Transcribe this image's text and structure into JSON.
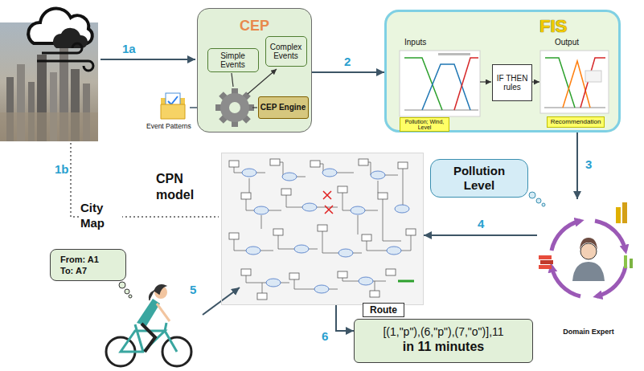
{
  "diagram": {
    "nodes": [
      {
        "text": [
          "CEP"
        ]
      },
      {
        "text": [
          "Simple Events"
        ],
        "in": 0
      },
      {
        "text": [
          "Complex Events"
        ],
        "in": 0
      },
      {
        "text": [
          "CEP Engine"
        ],
        "in": 0
      },
      {
        "text": [
          "FIS"
        ]
      },
      {
        "text": [
          "IF THEN rules"
        ],
        "in": 4
      },
      {
        "text": [
          "Pollution; Wind, Level"
        ],
        "in": 4
      },
      {
        "text": [
          "Recommendation"
        ],
        "in": 4
      },
      {
        "text": [
          "Pollution Level"
        ]
      },
      {
        "text": [
          "Domain Expert"
        ]
      },
      {
        "text": [
          "CPN model"
        ]
      },
      {
        "text": [
          "From: A1 To: A7"
        ]
      },
      {
        "text": [
          "Route",
          "[(1,\"p\"),(6,\"p\"),(7,\"o\")],11",
          "in 11 minutes"
        ]
      }
    ],
    "edges": [
      {
        "from": 0,
        "to": 4,
        "arrow": "to",
        "label": "2"
      },
      {
        "from": 4,
        "to": 9,
        "arrow": "to",
        "label": "3"
      },
      {
        "from": 9,
        "to": 10,
        "arrow": "to",
        "label": "4"
      },
      {
        "from": 10,
        "to": 12,
        "arrow": "to",
        "label": "6"
      }
    ],
    "labels": [
      "1a",
      "Event Patterns",
      "Inputs",
      "Output",
      "1b",
      "City Map",
      "5"
    ]
  }
}
